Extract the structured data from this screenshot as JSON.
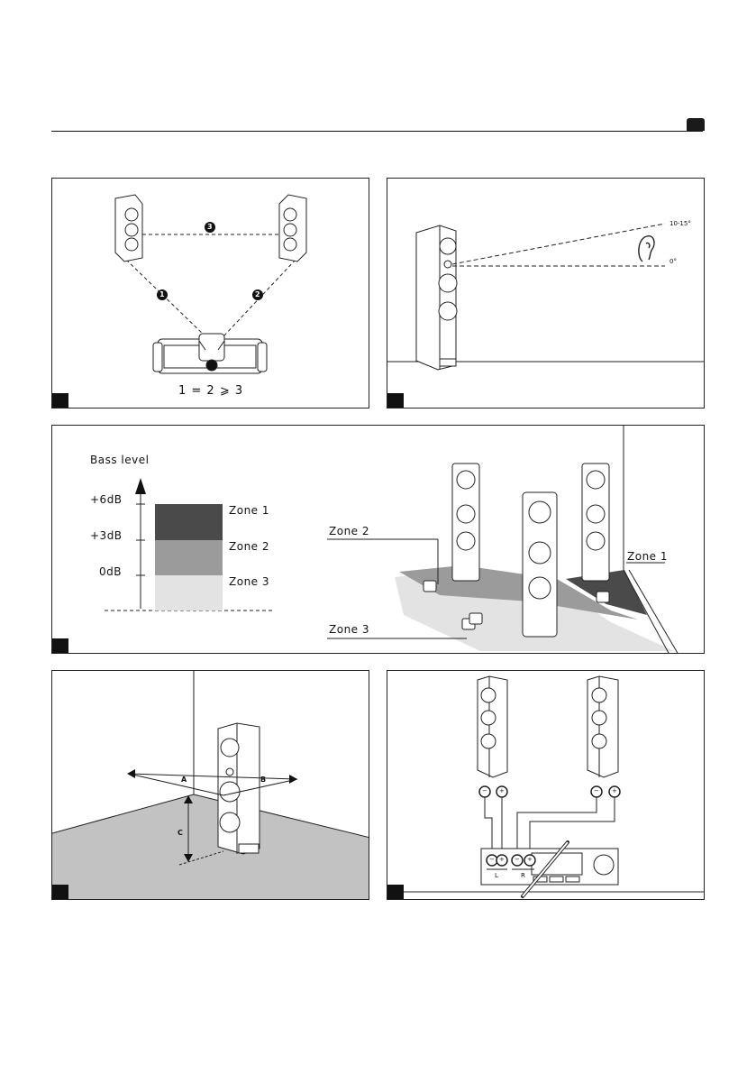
{
  "header": {
    "tab_color": "#1a1a1a"
  },
  "panel1": {
    "marker_3": "3",
    "marker_1": "1",
    "marker_2": "2",
    "equation": "1   = 2 ⩾  3"
  },
  "panel2": {
    "angle_high": "10-15°",
    "angle_zero": "0°",
    "icon": "ear-icon"
  },
  "panel3": {
    "bass_title": "Bass level",
    "levels": [
      "+6dB",
      "+3dB",
      "0dB"
    ],
    "zones": [
      {
        "label": "Zone 1",
        "color": "#4a4a4a"
      },
      {
        "label": "Zone 2",
        "color": "#9b9b9b"
      },
      {
        "label": "Zone 3",
        "color": "#e3e3e3"
      }
    ],
    "room_callouts": [
      "Zone 2",
      "Zone 1",
      "Zone 3"
    ]
  },
  "panel4": {
    "label_a": "A",
    "label_b": "B",
    "label_c": "C"
  },
  "panel5": {
    "left_channel": "L",
    "right_channel": "R",
    "plus": "+",
    "minus": "−"
  }
}
